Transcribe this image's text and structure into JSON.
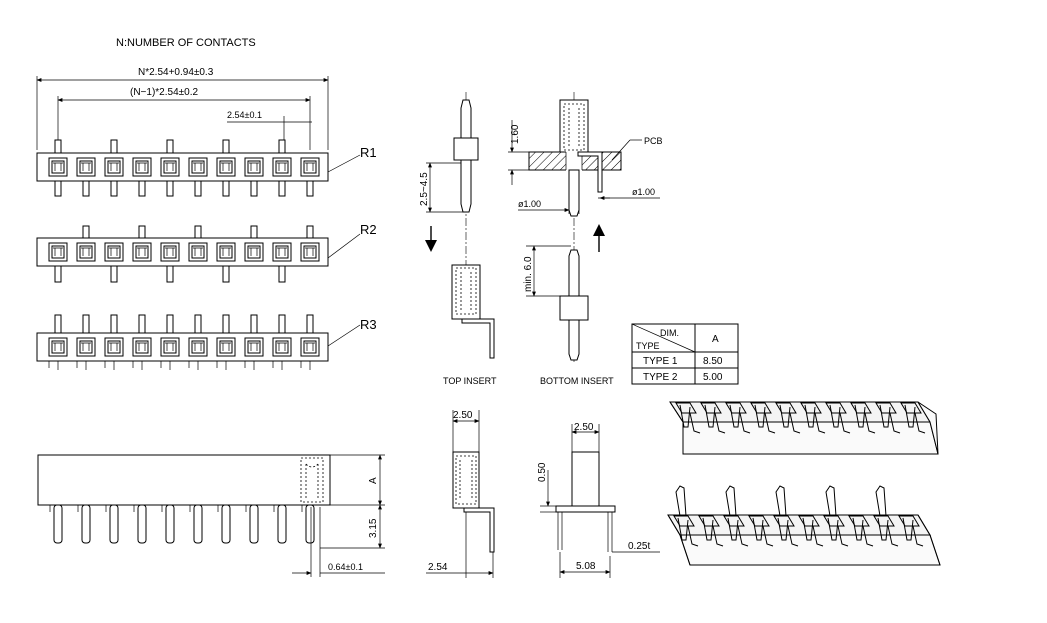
{
  "title": "N:NUMBER OF CONTACTS",
  "dims": {
    "overall_length": "N*2.54+0.94±0.3",
    "pitch_span": "(N−1)*2.54±0.2",
    "pitch": "2.54±0.1",
    "height_A": "A",
    "pin_length": "3.15",
    "pin_offset": "0.64±0.1",
    "top_range": "2.5~4.5",
    "pcb_inset": "1.60",
    "hole_d": "ø1.00",
    "pin_d": "ø1.00",
    "min_len": "min. 6.0",
    "width_a": "2.50",
    "width_b": "2.50",
    "offset_pitch": "2.54",
    "body_inset": "0.50",
    "pin_span": "5.08",
    "thickness": "0.25t"
  },
  "rows": [
    "R1",
    "R2",
    "R3"
  ],
  "callouts": {
    "pcb": "PCB"
  },
  "views": {
    "top_insert": "TOP INSERT",
    "bottom_insert": "BOTTOM INSERT"
  },
  "table": {
    "header_dim": "DIM.",
    "header_type": "TYPE",
    "header_a": "A",
    "rows": [
      {
        "type": "TYPE 1",
        "a": "8.50"
      },
      {
        "type": "TYPE 2",
        "a": "5.00"
      }
    ]
  },
  "contact_count": 10
}
